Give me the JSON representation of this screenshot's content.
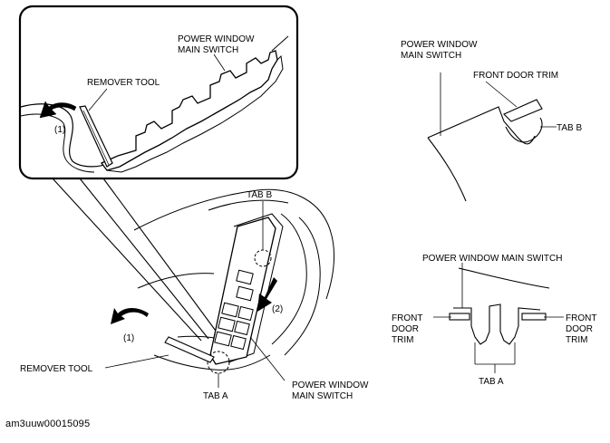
{
  "detail_view": {
    "power_window_main_switch_line1": "POWER WINDOW",
    "power_window_main_switch_line2": "MAIN SWITCH",
    "remover_tool": "REMOVER TOOL",
    "step_1": "(1)"
  },
  "main_view": {
    "tab_b": "TAB B",
    "step_2": "(2)",
    "step_1": "(1)",
    "remover_tool": "REMOVER TOOL",
    "tab_a": "TAB A",
    "power_window_main_switch_line1": "POWER WINDOW",
    "power_window_main_switch_line2": "MAIN SWITCH"
  },
  "section_tab_b": {
    "power_window_main_switch_line1": "POWER WINDOW",
    "power_window_main_switch_line2": "MAIN SWITCH",
    "front_door_trim": "FRONT DOOR TRIM",
    "tab_b": "TAB B"
  },
  "section_tab_a": {
    "power_window_main_switch": "POWER WINDOW MAIN SWITCH",
    "front": "FRONT",
    "door": "DOOR",
    "trim": "TRIM",
    "tab_a": "TAB A"
  },
  "figure_id": "am3uuw00015095"
}
